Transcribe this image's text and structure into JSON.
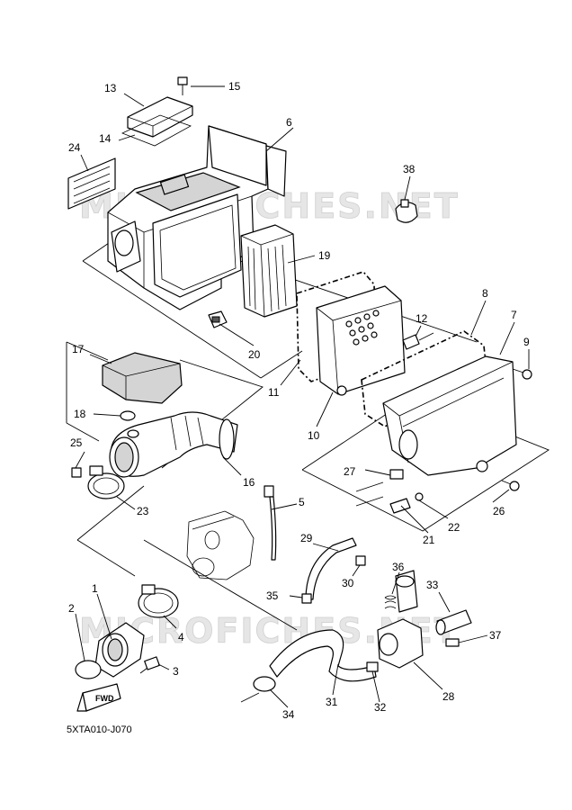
{
  "watermark": "MICROFICHES.NET",
  "diagram_code": "5XTA010-J070",
  "fwd_label": "FWD",
  "callouts": {
    "c1": "1",
    "c2": "2",
    "c3": "3",
    "c4": "4",
    "c5": "5",
    "c6": "6",
    "c7": "7",
    "c8": "8",
    "c9": "9",
    "c10": "10",
    "c11": "11",
    "c12": "12",
    "c13": "13",
    "c14": "14",
    "c15": "15",
    "c16": "16",
    "c17": "17",
    "c18": "18",
    "c19": "19",
    "c20": "20",
    "c21": "21",
    "c22": "22",
    "c23": "23",
    "c24": "24",
    "c25": "25",
    "c26": "26",
    "c27": "27",
    "c28": "28",
    "c29": "29",
    "c30": "30",
    "c31": "31",
    "c32": "32",
    "c33": "33",
    "c34": "34",
    "c35": "35",
    "c36": "36",
    "c37": "37",
    "c38": "38"
  }
}
